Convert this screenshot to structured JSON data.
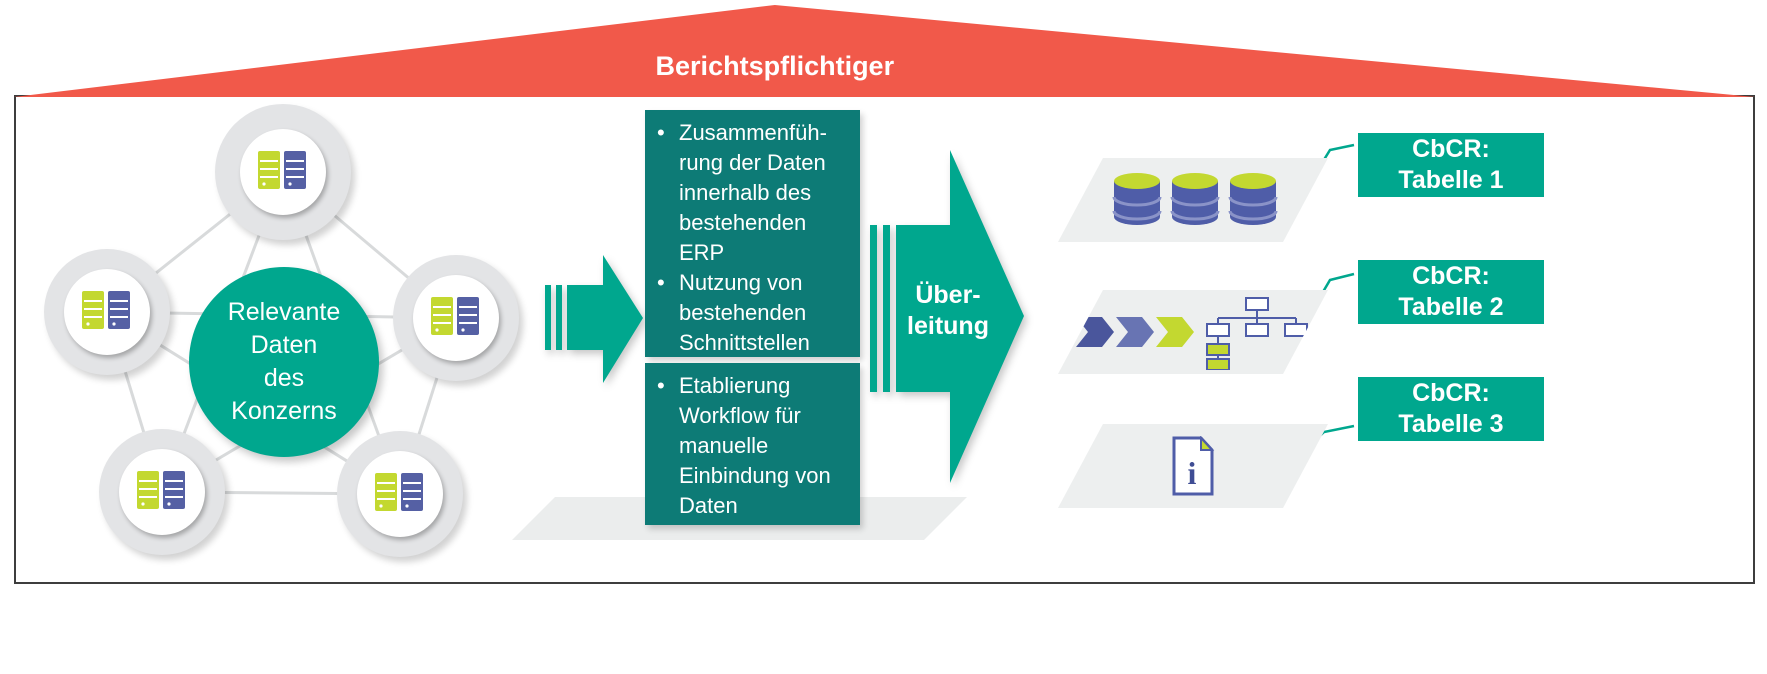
{
  "colors": {
    "roof_red": "#f1594a",
    "teal": "#00a78e",
    "teal_dark": "#0d7b76",
    "icon_blue": "#4f5da8",
    "icon_green": "#c3d830",
    "node_gray": "#e3e4e6",
    "tile_gray": "#edefef",
    "line_gray": "#d8dadb"
  },
  "roof": {
    "label": "Berichtspflichtiger"
  },
  "network": {
    "center_label": "Relevante\nDaten\ndes\nKonzerns"
  },
  "steps": {
    "bullet_char": "•",
    "box1": {
      "bullets": [
        "Zusammenfüh-\nrung der Daten\ninnerhalb des\nbestehenden\nERP",
        "Nutzung von\nbestehenden\nSchnittstellen"
      ]
    },
    "box2": {
      "bullets": [
        "Etablierung\nWorkflow für\nmanuelle\nEinbindung von\nDaten"
      ]
    }
  },
  "arrow": {
    "label": "Über-\nleitung"
  },
  "outputs": [
    {
      "label": "CbCR:\nTabelle 1",
      "icon": "database-stack-icon"
    },
    {
      "label": "CbCR:\nTabelle 2",
      "icon": "process-orgchart-icon"
    },
    {
      "label": "CbCR:\nTabelle 3",
      "icon": "info-document-icon"
    }
  ]
}
